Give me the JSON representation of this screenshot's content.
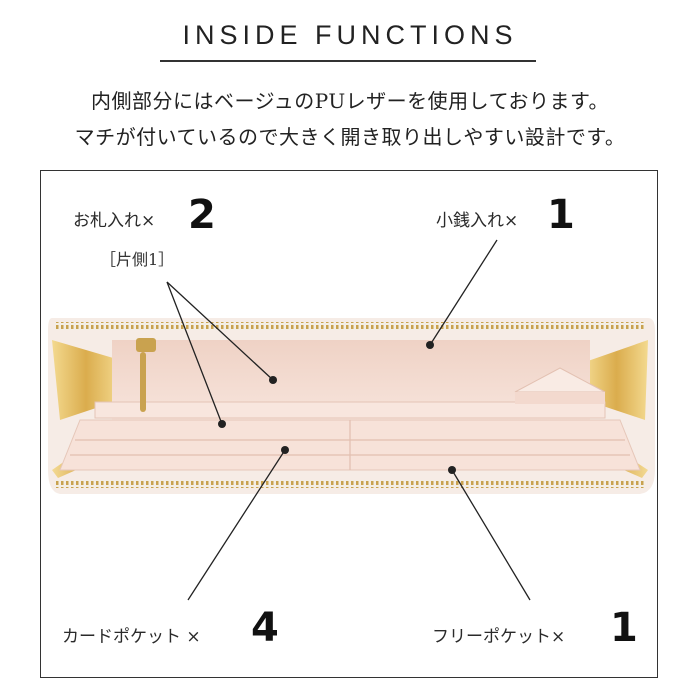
{
  "title": "INSIDE FUNCTIONS",
  "description": [
    "内側部分にはベージュのPUレザーを使用しております。",
    "マチが付いているので大きく開き取り出しやすい設計です。"
  ],
  "callouts": {
    "bill": {
      "label": "お札入れ×",
      "count": "2",
      "note": "［片側1］"
    },
    "coin": {
      "label": "小銭入れ×",
      "count": "1"
    },
    "card": {
      "label": "カードポケット ×",
      "count": "4"
    },
    "free": {
      "label": "フリーポケット×",
      "count": "1"
    }
  },
  "colors": {
    "leather": "#f5dfd6",
    "leather_dark": "#e9c6b8",
    "zipper": "#c9a24f",
    "gold_lining": "#e3b85a",
    "frame": "#333333"
  },
  "icons": [
    "wallet-photo"
  ]
}
